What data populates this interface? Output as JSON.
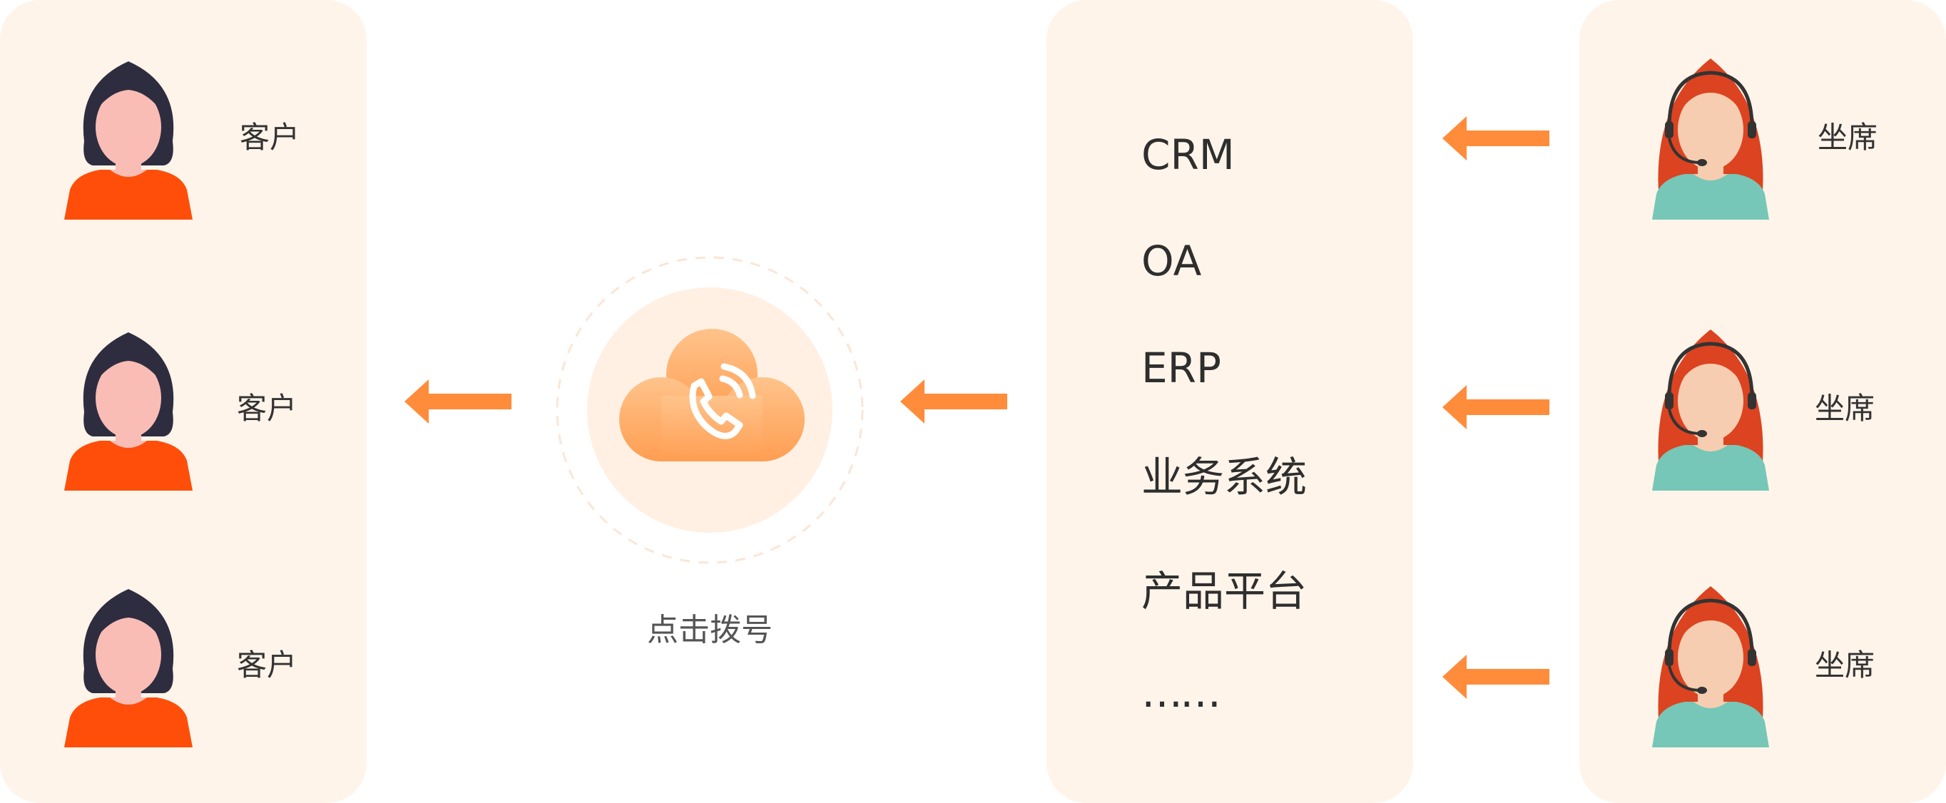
{
  "colors": {
    "panel_bg": "#fff4ea",
    "arrow": "#ff8c3a",
    "customer_hair": "#2e2d3f",
    "customer_skin": "#f9bdb6",
    "customer_shirt": "#ff4e0a",
    "agent_hair": "#dc4320",
    "agent_skin": "#f6cdb0",
    "agent_shirt": "#76c7b7",
    "cloud_top": "#ffc38b",
    "cloud_bottom": "#ff9e52"
  },
  "customers": [
    {
      "label": "客户",
      "icon": "customer-avatar-icon"
    },
    {
      "label": "客户",
      "icon": "customer-avatar-icon"
    },
    {
      "label": "客户",
      "icon": "customer-avatar-icon"
    }
  ],
  "hub": {
    "label": "点击拨号",
    "icon": "cloud-phone-icon"
  },
  "systems": [
    "CRM",
    "OA",
    "ERP",
    "业务系统",
    "产品平台",
    "……"
  ],
  "agents": [
    {
      "label": "坐席",
      "icon": "agent-headset-avatar-icon"
    },
    {
      "label": "坐席",
      "icon": "agent-headset-avatar-icon"
    },
    {
      "label": "坐席",
      "icon": "agent-headset-avatar-icon"
    }
  ]
}
